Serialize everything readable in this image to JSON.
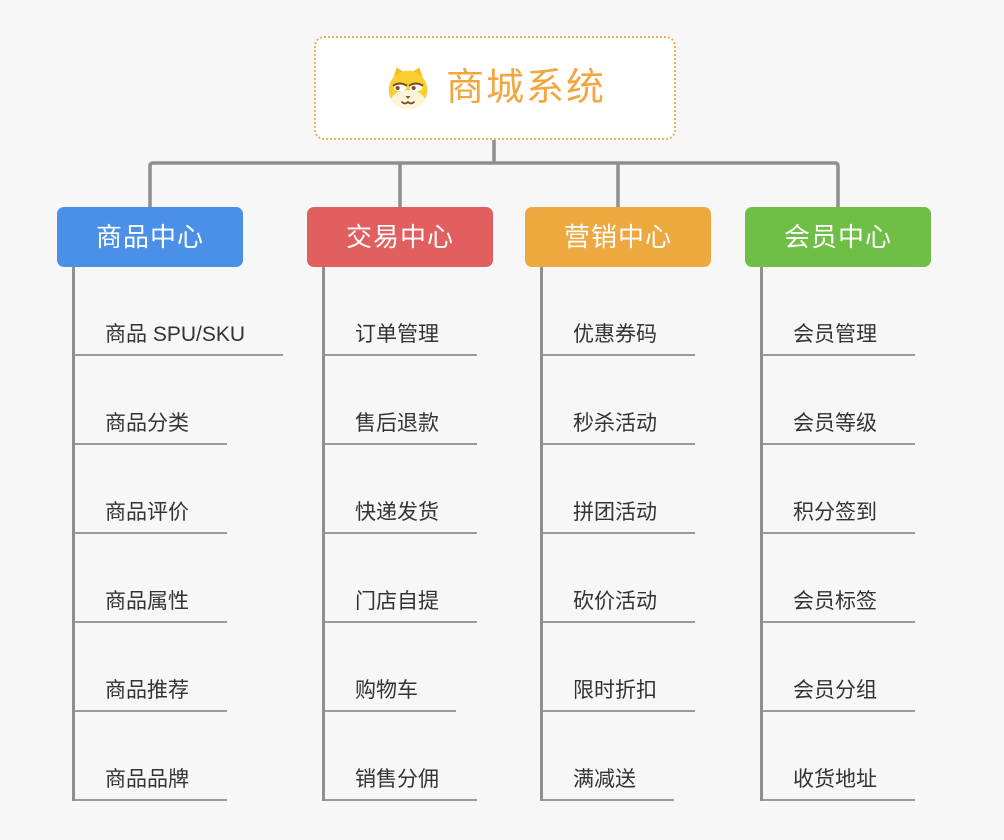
{
  "root": {
    "title": "商城系统",
    "icon": "dog-face-icon"
  },
  "branches": [
    {
      "id": "product-center",
      "label": "商品中心",
      "color": "#4A90E8",
      "items": [
        "商品 SPU/SKU",
        "商品分类",
        "商品评价",
        "商品属性",
        "商品推荐",
        "商品品牌"
      ]
    },
    {
      "id": "trade-center",
      "label": "交易中心",
      "color": "#E25F5F",
      "items": [
        "订单管理",
        "售后退款",
        "快递发货",
        "门店自提",
        "购物车",
        "销售分佣"
      ]
    },
    {
      "id": "marketing-center",
      "label": "营销中心",
      "color": "#EDA83F",
      "items": [
        "优惠券码",
        "秒杀活动",
        "拼团活动",
        "砍价活动",
        "限时折扣",
        "满减送"
      ]
    },
    {
      "id": "member-center",
      "label": "会员中心",
      "color": "#6FBE45",
      "items": [
        "会员管理",
        "会员等级",
        "积分签到",
        "会员标签",
        "会员分组",
        "收货地址"
      ]
    }
  ],
  "colors": {
    "background": "#F7F7F7",
    "connector": "#8F8F8F",
    "underline": "#9A9A9A",
    "item_text": "#333333",
    "root_accent": "#F2A640",
    "root_border": "#ECB04F",
    "node_text": "#FFFFFF"
  }
}
